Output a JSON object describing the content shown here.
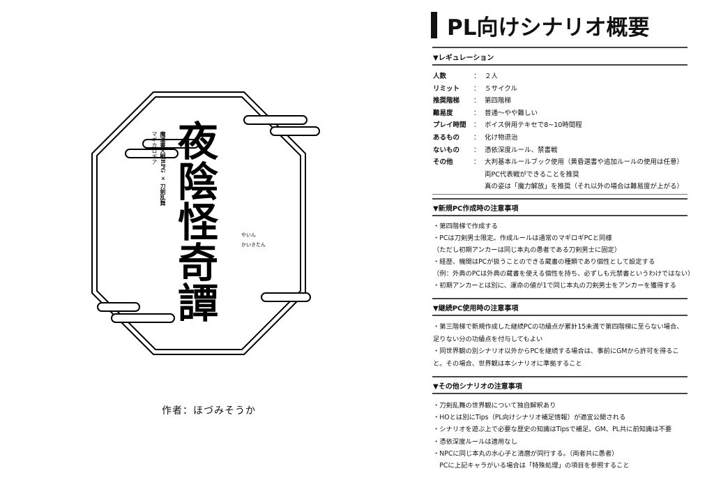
{
  "cover": {
    "title": "夜陰怪奇譚",
    "subtitle_line1": "魔道書大戦RPG × 刀剣乱舞",
    "subtitle_line2": "マギカロギア",
    "ruby_line1": "やいん",
    "ruby_line2": "かいきたん",
    "author": "作者：ほづみそうか"
  },
  "page_title": "PL向けシナリオ概要",
  "regulation": {
    "heading": "▼レギュレーション",
    "rows": [
      {
        "key": "人数",
        "sep": "：",
        "value": "２人"
      },
      {
        "key": "リミット",
        "sep": "：",
        "value": "５サイクル"
      },
      {
        "key": "推奨階梯",
        "sep": "：",
        "value": "第四階梯"
      },
      {
        "key": "難易度",
        "sep": "：",
        "value": "普通～やや難しい"
      },
      {
        "key": "プレイ時間",
        "sep": "：",
        "value": "ボイス併用テキセで8~10時間程"
      },
      {
        "key": "あるもの",
        "sep": "：",
        "value": "化け物退治"
      },
      {
        "key": "ないもの",
        "sep": "：",
        "value": "憑依深度ルール、禁書戦"
      },
      {
        "key": "その他",
        "sep": "：",
        "value": "大判基本ルールブック使用（黄昏選書や追加ルールの使用は任意）"
      },
      {
        "key": "",
        "sep": "",
        "value": "両PC代表戦ができることを推奨"
      },
      {
        "key": "",
        "sep": "",
        "value": "真の姿は「魔力解放」を推奨（それ以外の場合は難易度が上がる）"
      }
    ]
  },
  "new_pc": {
    "heading": "▼新規PC作成時の注意事項",
    "lines": [
      "・第四階梯で作成する",
      "・PCは刀剣男士限定。作成ルールは通常のマギロギPCと同様",
      "（ただし初期アンカーは同じ本丸の愚者である刀剣男士に固定）",
      "・経歴、機関はPCが扱うことのできる蔵書の種類であり個性として設定する",
      "（例：外典のPCは外典の蔵書を使える個性を持ち、必ずしも元禁書というわけではない）",
      "・初期アンカーとは別に、運命の値が1で同じ本丸の刀剣男士をアンカーを獲得する"
    ]
  },
  "continuing_pc": {
    "heading": "▼継続PC使用時の注意事項",
    "lines": [
      "・第三階梯で新規作成した継続PCの功績点が累計15未満で第四階梯に至らない場合、",
      "足りない分の功績点を付与してもよい",
      "・同世界観の別シナリオ以外からPCを継続する場合は、事前にGMから許可を得るこ",
      "と。その場合、世界観は本シナリオに準拠すること"
    ]
  },
  "other": {
    "heading": "▼その他シナリオの注意事項",
    "lines": [
      "・刀剣乱舞の世界観について独自解釈あり",
      "・HOとは別にTips（PL向けシナリオ補足情報）が適宜公開される",
      "・シナリオを遊ぶ上で必要な歴史の知識はTipsで補足。GM、PL共に前知識は不要",
      "・憑依深度ルールは適用なし",
      "・NPCに同じ本丸の水心子と清麿が同行する。（両者共に愚者）",
      "　PCに上記キャラがいる場合は「特殊処理」の項目を参照すること"
    ]
  }
}
